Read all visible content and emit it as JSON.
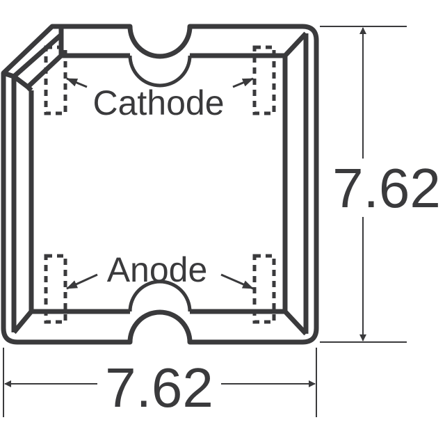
{
  "labels": {
    "cathode": "Cathode",
    "anode": "Anode"
  },
  "dimensions": {
    "height": "7.62",
    "width": "7.62"
  },
  "colors": {
    "stroke": "#3a3a3c",
    "background": "#ffffff"
  }
}
